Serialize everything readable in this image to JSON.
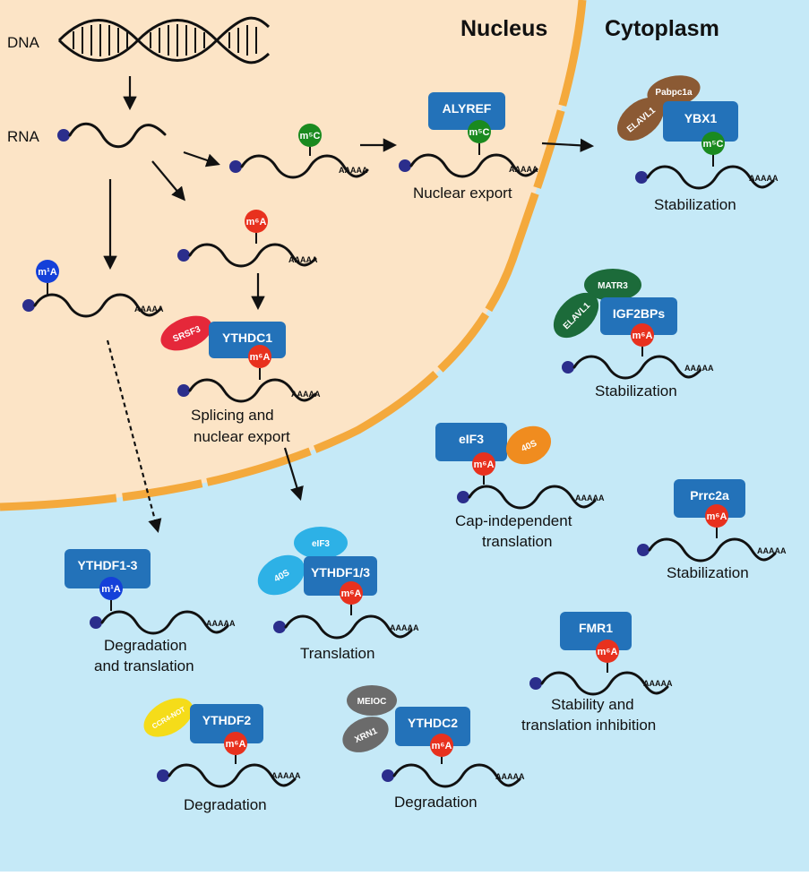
{
  "regions": {
    "nucleus": "Nucleus",
    "cytoplasm": "Cytoplasm"
  },
  "inputs": {
    "dna": "DNA",
    "rna": "RNA"
  },
  "poly_a": "AAAAA",
  "mods": {
    "m6a": "m⁶A",
    "m5c": "m⁵C",
    "m1a": "m¹A"
  },
  "proteins": {
    "alyref": "ALYREF",
    "ybx1": "YBX1",
    "pabpc1a": "Pabpc1a",
    "elavl1": "ELAVL1",
    "srsf3": "SRSF3",
    "ythdc1": "YTHDC1",
    "matr3": "MATR3",
    "igf2bps": "IGF2BPs",
    "eif3": "eIF3",
    "s40": "40S",
    "prrc2a": "Prrc2a",
    "ythdf13": "YTHDF1-3",
    "ythdf1_3": "YTHDF1/3",
    "fmr1": "FMR1",
    "ccr4not": "CCR4-NOT",
    "ythdf2": "YTHDF2",
    "meioc": "MEIOC",
    "xrn1": "XRN1",
    "ythdc2": "YTHDC2"
  },
  "labels": {
    "nuclear_export": "Nuclear export",
    "stab_ybx1": "Stabilization",
    "stab_igf": "Stabilization",
    "splicing_1": "Splicing and",
    "splicing_2": "nuclear export",
    "capind_1": "Cap-independent",
    "capind_2": "translation",
    "stab_prrc": "Stabilization",
    "degtrans_1": "Degradation",
    "degtrans_2": "and translation",
    "translation": "Translation",
    "stabinh_1": "Stability and",
    "stabinh_2": "translation inhibition",
    "deg_ythdf2": "Degradation",
    "deg_ythdc2": "Degradation"
  },
  "colors": {
    "nucleus_fill": "#fce4c6",
    "cytoplasm_fill": "#c5e9f7",
    "envelope": "#f4a93c",
    "reader_blue": "#2372b9",
    "m6a_red": "#e8311e",
    "m5c_green": "#1a8a1f",
    "m1a_blue": "#1440d9",
    "cap_navy": "#2b2e8c",
    "srsf3_red": "#e5283a",
    "elavl1_brown": "#8b5a34",
    "matr3_green": "#1c6b3a",
    "forty_s_orange": "#f08c1f",
    "eif3_lightblue": "#2db1e6",
    "ccr4_yellow": "#f5dc19",
    "grey": "#6b6b6b"
  }
}
